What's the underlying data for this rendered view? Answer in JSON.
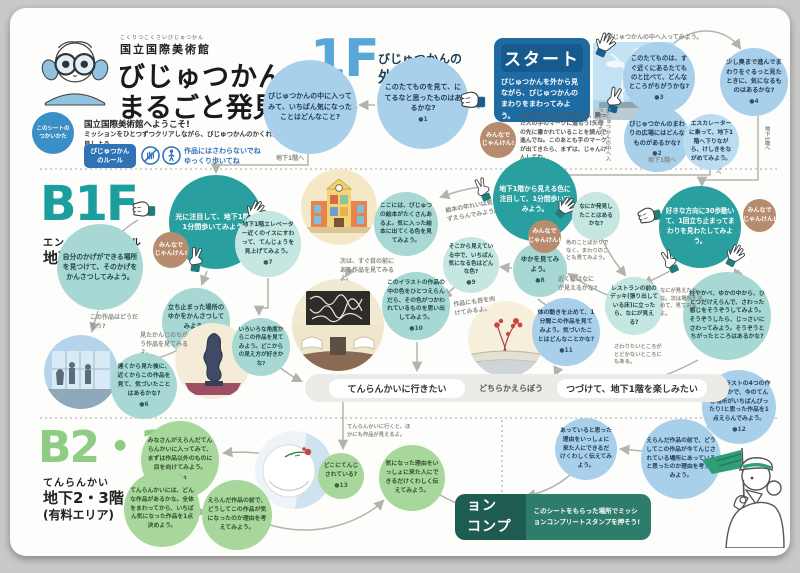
{
  "header": {
    "museum_kana": "こくりつこくさいびじゅつかん",
    "museum": "国立国際美術館",
    "title1": "びじゅつかん",
    "title2": "まるごと発見シート",
    "usage1": "このシートの",
    "usage2": "つかいかた",
    "welcome1": "国立国際美術館へようこそ!",
    "welcome2": "ミッションをひとつずつクリアしながら、びじゅつかんのかくれたひみつを発見しよう",
    "rules_badge1": "びじゅつかん",
    "rules_badge2": "のルール",
    "rule1": "作品にはさわらないでね",
    "rule2": "ゆっくり歩いてね"
  },
  "f1": {
    "label": "1F",
    "sub1": "びじゅつかんの",
    "sub2": "外と1階",
    "start_title": "スタート",
    "start_body": "びじゅつかんを外から見ながら、びじゅつかんのまわりをまわってみよう。",
    "janken1": "みんなで",
    "janken2": "じゃんけん!",
    "janken_note": "みんなでじゃんけんをして、勝った人の手のマークに進もう!矢印の先に書かれていることを読んで進んでね。このあとも手のマークが出てきたら、まずは、じゃんけんしてね。",
    "building": "このたてものを見て、にてるなと思ったものはあるかな?",
    "building_no": "●1",
    "inside": "びじゅつかんの中に入ってみて、いちばん気になったことはどんなこと?",
    "compare": "このたてものは、すぐ近くにあるたてものと比べて、どんなところがちがうかな?",
    "compare_no": "●3",
    "deeper": "少し奥まで進んでまわりをぐるっと見たときに、気になるものはあるかな?",
    "deeper_no": "●4",
    "plaza": "びじゅつかんのまわりの広場にはどんなものがあるかな?",
    "plaza_no": "●2",
    "escalator": "エスカレーターに乗って、地下1階へ下りながら、けしきをながめてみよう。",
    "note_enter": "びじゅつかんの中へ入ってみよう。",
    "to_b1": "地下1階へ"
  },
  "b1f": {
    "label": "B1F",
    "sub1": "エントランスホール",
    "sub2": "地下1階",
    "light": "光に注目して、地下1階を1分間歩いてみよう。",
    "colors": "地下1階から見える色に注目して、1分間歩いてみよう。",
    "steps30": "好きな方向に30歩動いて、1回立ち止まってまわりを見わたしてみよう。",
    "shadow": "自分のかげができる場所を見つけて、そのかげをかんさつしてみよう。",
    "chair": "地下1階エレベーター近くのイスにすわって、てんじょうを見上げてみよう。",
    "chair_no": "●7",
    "floor_stop": "立ち止まった場所のゆかをかんさつしてみよう。",
    "floor_stop_no": "●5",
    "books": "ここには、びじゅつの絵本がたくさんあるよ。気に入った絵本に出てくる色を見てみよう。",
    "color_pick": "そこから見えている中で、いちばん気になる色はどんな色?",
    "color_pick_no": "●9",
    "floor_look": "ゆかを見てみよう。",
    "floor_look_no": "●8",
    "discover": "なにか発見したことはあるかな?",
    "illust_color": "このイラストの作品の中の色をひとつえらんだら、その色がつかわれているものを思い出してみよう。",
    "illust_color_no": "●10",
    "far_near": "遠くから見た後に、近くからこの作品を見て、気づいたことはあるかな?",
    "far_near_no": "●6",
    "angles": "いろいろな角度からこの作品を見てみよう。どこからの見え方が好きかな?",
    "body_stop": "体の動きを止めて、1分間この作品を見てみよう。気づいたことはどんなことかな?",
    "body_stop_no": "●11",
    "restaurant": "レストランの前のデッキ(張り出している床)に立ったら、なにが見える?",
    "touch": "柱やかべ、ゆかの中から、ひとつだけえらんで、さわった感じをそうぞうしてみよう。そうぞうしたら、じっさいにさわってみよう。そうぞうとちがったところはあるかな?",
    "four_works": "上のイラストの4つの作品のなかで、今のてんじ場所がいちばんぴったり!と思った作品を1点えらんでみよう。",
    "four_works_no": "●12",
    "janken1": "みんなで",
    "janken2": "じゃんけん!",
    "notes": {
      "work_how": "この作品はどうだろう?",
      "diff_work": "見たかんじのちがう作品を見てみるよ。",
      "front_work": "次は、すぐ目の前にある作品を見てみるよ。",
      "books_note": "絵本の年れいは気にせずえらんでみよう。",
      "look_works": "作品にも目を向けてみるよ。",
      "near_what": "近くにはなにが見えるかな?",
      "what_seen": "なにが見えたかな。次は場所を決めて、見てみるよ。",
      "touch_note": "さわりたいところがとどかないところにもある。",
      "color_note": "色のことばかりでなく、まわりのことも見てみよう。",
      "to_b1": "地下1階へ"
    }
  },
  "choice": {
    "left": "てんらんかいに行きたい",
    "mid": "どちらかえらぼう",
    "right": "つづけて、地下1階を楽しみたい"
  },
  "b23f": {
    "label": "B2・3F",
    "sub1": "てんらんかい",
    "sub2": "地下2・3階",
    "sub3": "(有料エリア)",
    "enter": "みなさんがえらんだてんらんかいに入ってみて、まずは作品以外のものに目を向けてみよう。",
    "enter_no": "●14",
    "whole": "てんらんかいには、どんな作品があるかな。全体をまわってから、いちばん気になった作品を1点決めよう。",
    "why": "えらんだ作品の前で、どうしてこの作品が気になったのか理由を考えてみよう。",
    "where": "どこにてんじされている?",
    "where_no": "●13",
    "tell": "気になった理由をいっしょに来た人にできるだけくわしく伝えてみよう。",
    "note_more": "てんらんかいに行くと、ほかにも作品が見えるよ。",
    "fit_tell": "あっていると思った理由をいっしょに来た人にできるだけくわしく伝えてみよう。",
    "fit_why": "えらんだ作品の前で、どうしてこの作品が今てんじされている場所にあっていると思ったのか理由を考えてみよう。",
    "mission1": "ミッション",
    "mission2": "コンプリート",
    "mission_body": "このシートをもらった場所でミッションコンプリートスタンプを押そう!"
  },
  "colors": {
    "blue_1f": "#59a7d8",
    "teal_b1f": "#1a9e9e",
    "green_b23f": "#8fcc84",
    "start_box": "#1e6ba4",
    "mission_box": "#1e5c52",
    "brown_badge": "#b78b6d"
  }
}
